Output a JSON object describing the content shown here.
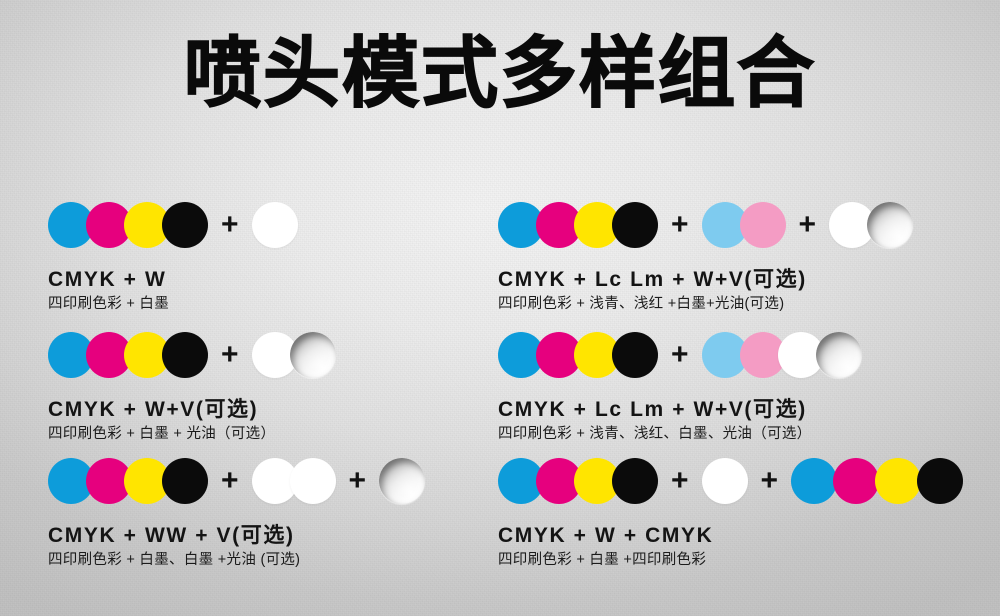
{
  "poster": {
    "title": "喷头模式多样组合",
    "background_center_color": "#f4f4f4",
    "background_edge_color": "#c2c2c2",
    "plus_symbol": "+"
  },
  "ink_colors": {
    "cyan": "#0d9cda",
    "magenta": "#e6007e",
    "yellow": "#ffe500",
    "black": "#0b0b0b",
    "light_cyan": "#7ecbef",
    "light_magenta": "#f49cc4",
    "white": "#ffffff",
    "varnish": "#dedede"
  },
  "combinations": [
    {
      "id": "cmyk-w",
      "column": "left",
      "row": 1,
      "label": "CMYK + W",
      "sub": "四印刷色彩 + 白墨",
      "groups": [
        {
          "dots": [
            "c",
            "m",
            "y",
            "k"
          ]
        },
        {
          "dots": [
            "w"
          ]
        }
      ]
    },
    {
      "id": "cmyk-w-v",
      "column": "left",
      "row": 2,
      "label": "CMYK + W+V(可选)",
      "sub": "四印刷色彩 + 白墨 + 光油（可选）",
      "groups": [
        {
          "dots": [
            "c",
            "m",
            "y",
            "k"
          ]
        },
        {
          "dots": [
            "w",
            "v"
          ]
        }
      ]
    },
    {
      "id": "cmyk-ww-v",
      "column": "left",
      "row": 3,
      "label": "CMYK + WW + V(可选)",
      "sub": "四印刷色彩 + 白墨、白墨 +光油 (可选)",
      "groups": [
        {
          "dots": [
            "c",
            "m",
            "y",
            "k"
          ]
        },
        {
          "dots": [
            "w",
            "w"
          ]
        },
        {
          "dots": [
            "v"
          ]
        }
      ]
    },
    {
      "id": "cmyk-lclm-w-v",
      "column": "right",
      "row": 1,
      "label": "CMYK + Lc Lm + W+V(可选)",
      "sub": "四印刷色彩 + 浅青、浅红 +白墨+光油(可选)",
      "groups": [
        {
          "dots": [
            "c",
            "m",
            "y",
            "k"
          ]
        },
        {
          "dots": [
            "lc",
            "lm"
          ]
        },
        {
          "dots": [
            "w",
            "v"
          ]
        }
      ]
    },
    {
      "id": "cmyk-lclm-w-v-2",
      "column": "right",
      "row": 2,
      "label": "CMYK + Lc Lm + W+V(可选)",
      "sub": "四印刷色彩 + 浅青、浅红、白墨、光油（可选）",
      "groups": [
        {
          "dots": [
            "c",
            "m",
            "y",
            "k"
          ]
        },
        {
          "dots": [
            "lc",
            "lm",
            "w",
            "v"
          ]
        }
      ]
    },
    {
      "id": "cmyk-w-cmyk",
      "column": "right",
      "row": 3,
      "label": "CMYK + W + CMYK",
      "sub": "四印刷色彩 + 白墨 +四印刷色彩",
      "groups": [
        {
          "dots": [
            "c",
            "m",
            "y",
            "k"
          ]
        },
        {
          "dots": [
            "w"
          ]
        },
        {
          "dots": [
            "c",
            "m",
            "y",
            "k"
          ],
          "loose": true
        }
      ]
    }
  ]
}
